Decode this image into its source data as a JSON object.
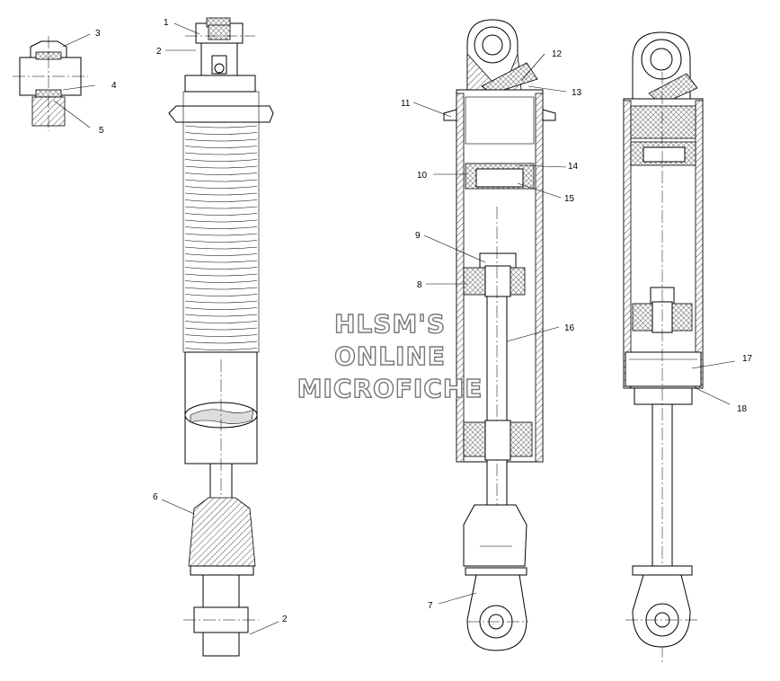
{
  "watermark": {
    "line1": "HLSM'S",
    "line2": "ONLINE",
    "line3": "MICROFICHE"
  },
  "callouts": [
    {
      "id": "c1",
      "label": "1"
    },
    {
      "id": "c2a",
      "label": "2"
    },
    {
      "id": "c3",
      "label": "3"
    },
    {
      "id": "c4",
      "label": "4"
    },
    {
      "id": "c5",
      "label": "5"
    },
    {
      "id": "c6",
      "label": "6"
    },
    {
      "id": "c2b",
      "label": "2"
    },
    {
      "id": "c7",
      "label": "7"
    },
    {
      "id": "c8",
      "label": "8"
    },
    {
      "id": "c9",
      "label": "9"
    },
    {
      "id": "c10",
      "label": "10"
    },
    {
      "id": "c11",
      "label": "11"
    },
    {
      "id": "c12",
      "label": "12"
    },
    {
      "id": "c13",
      "label": "13"
    },
    {
      "id": "c14",
      "label": "14"
    },
    {
      "id": "c15",
      "label": "15"
    },
    {
      "id": "c16",
      "label": "16"
    },
    {
      "id": "c17",
      "label": "17"
    },
    {
      "id": "c18",
      "label": "18"
    }
  ]
}
